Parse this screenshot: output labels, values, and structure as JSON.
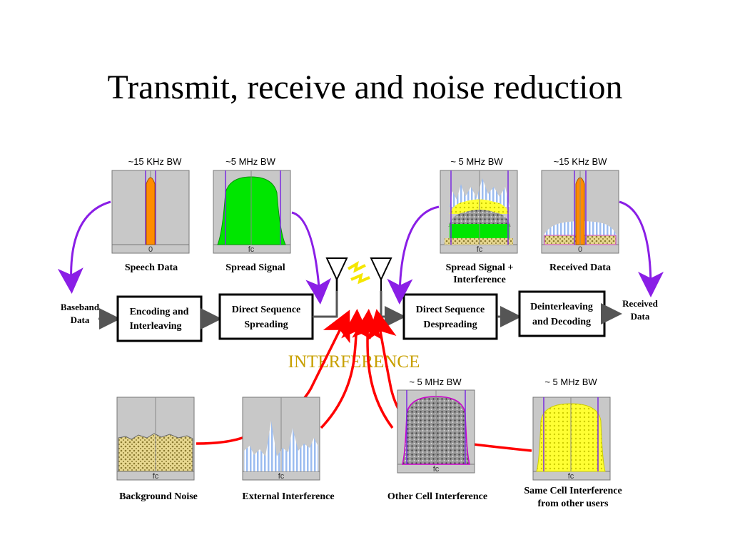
{
  "slide": {
    "title": "Transmit, receive and noise reduction"
  },
  "panels": {
    "speech": {
      "bw": "~15 KHz BW",
      "axis": "0",
      "caption": "Speech Data"
    },
    "spread": {
      "bw": "~5 MHz BW",
      "axis": "fc",
      "caption": "Spread Signal"
    },
    "spread_interf": {
      "bw": "~ 5 MHz BW",
      "axis": "fc",
      "caption_line1": "Spread Signal +",
      "caption_line2": "Interference"
    },
    "received": {
      "bw": "~15  KHz BW",
      "axis": "0",
      "caption": "Received Data"
    },
    "background": {
      "axis": "fc",
      "caption": "Background Noise"
    },
    "external": {
      "axis": "fc",
      "caption": "External Interference"
    },
    "other_cell": {
      "bw": "~ 5 MHz BW",
      "axis": "fc",
      "caption": "Other Cell Interference"
    },
    "same_cell": {
      "bw": "~ 5 MHz BW",
      "axis": "fc",
      "caption_line1": "Same Cell Interference",
      "caption_line2": "from other users"
    }
  },
  "blocks": {
    "encoding": {
      "line1": "Encoding and",
      "line2": "Interleaving"
    },
    "dss": {
      "line1": "Direct Sequence",
      "line2": "Spreading"
    },
    "dsd": {
      "line1": "Direct Sequence",
      "line2": "Despreading"
    },
    "deinterleave": {
      "line1": "Deinterleaving",
      "line2": "and Decoding"
    }
  },
  "io": {
    "input_line1": "Baseband",
    "input_line2": "Data",
    "output_line1": "Received",
    "output_line2": "Data"
  },
  "interference_label": "INTERFERENCE",
  "colors": {
    "panel_bg": "#c8c8c8",
    "narrow_signal": "#ff8c00",
    "spread_signal": "#00e600",
    "interference_arrow": "#ff0000",
    "feedback_arrow": "#8a1ee6",
    "interference_text": "#c8a000",
    "same_cell": "#ffff33",
    "external_spikes": "#9bbcf0"
  }
}
